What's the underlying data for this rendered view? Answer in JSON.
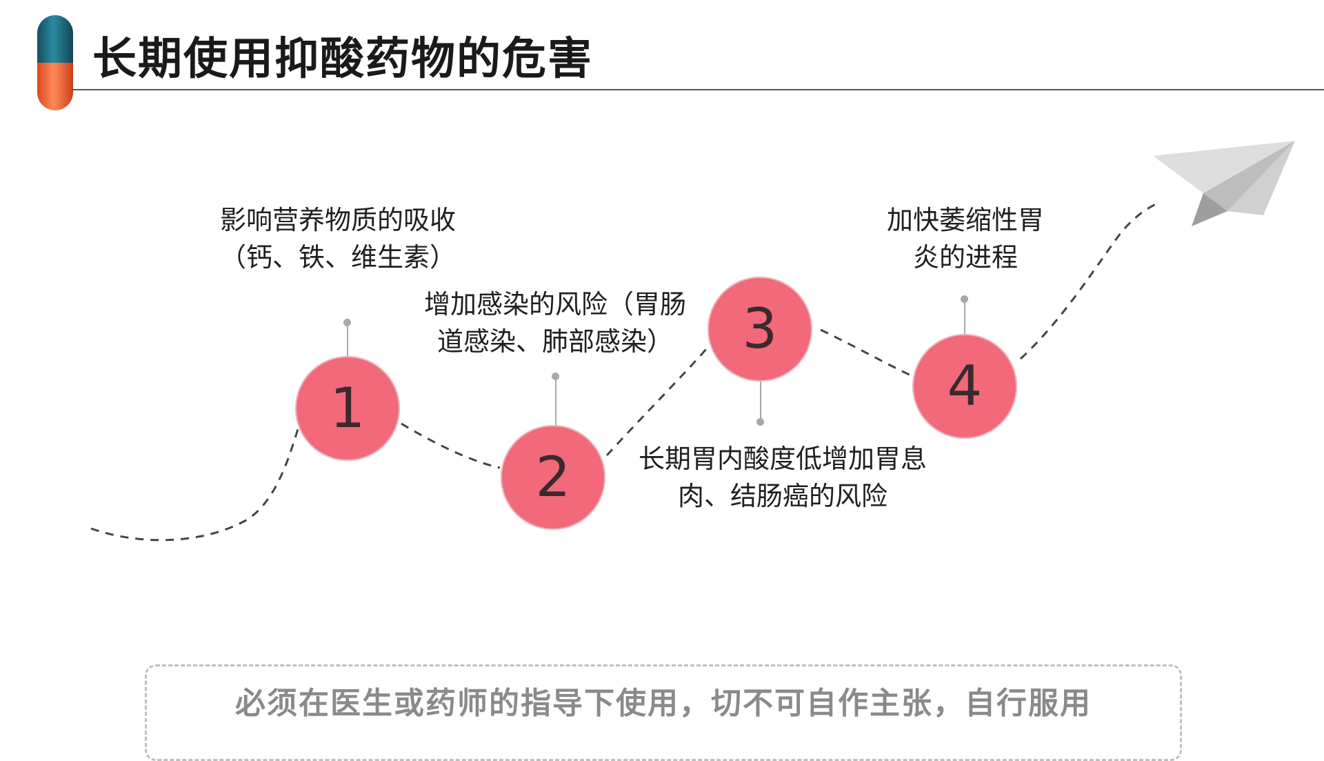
{
  "slide": {
    "title": "长期使用抑酸药物的危害",
    "steps": [
      {
        "number": "1",
        "lines": [
          "影响营养物质的吸收",
          "（钙、铁、维生素）"
        ]
      },
      {
        "number": "2",
        "lines": [
          "增加感染的风险（胃肠",
          "道感染、肺部感染）"
        ]
      },
      {
        "number": "3",
        "lines": [
          "长期胃内酸度低增加胃息",
          "肉、结肠癌的风险"
        ]
      },
      {
        "number": "4",
        "lines": [
          "加快萎缩性胃",
          "炎的进程"
        ]
      }
    ],
    "note": "必须在医生或药师的指导下使用，切不可自作主张，自行服用"
  },
  "colors": {
    "circle": "#f2697a",
    "pill_top": "#1e6d80",
    "pill_bottom": "#f06a3c",
    "dashed_path": "#444444",
    "note_text": "#8a8a8a"
  },
  "icons": [
    "capsule-icon",
    "paper-plane-icon"
  ]
}
